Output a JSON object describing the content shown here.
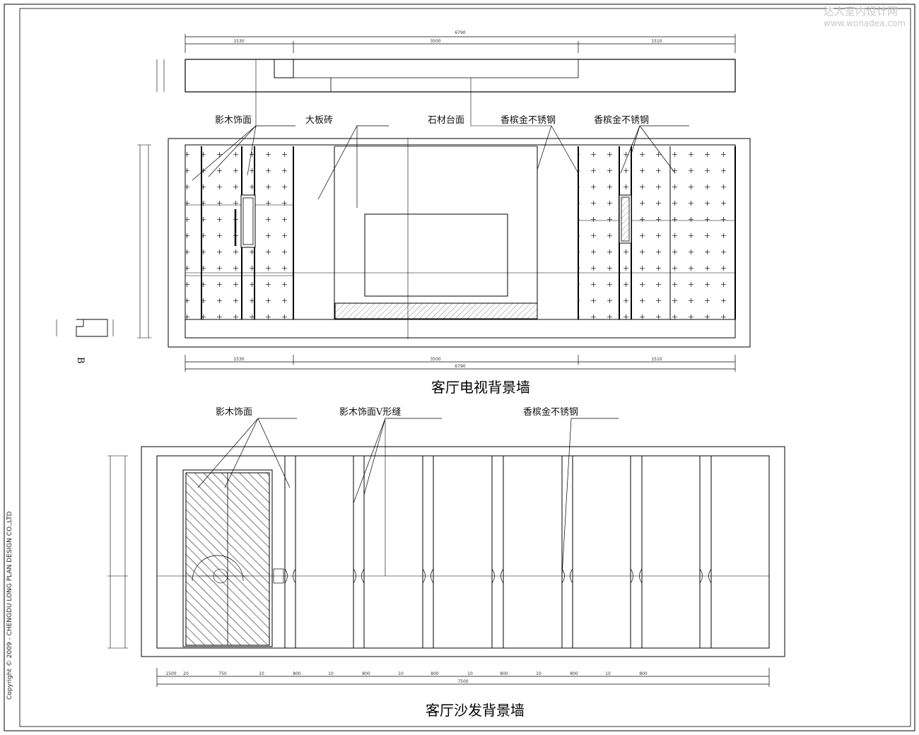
{
  "watermark": {
    "cn": "达人室内设计网",
    "url": "www.wonadea.com"
  },
  "copyright": "Copyright © 2009 - CHENGDU LONG PLAN DESIGN  CO.,LTD",
  "tv_wall": {
    "title": "客厅电视背景墙",
    "labels": [
      "影木饰面",
      "大板砖",
      "石材台面",
      "香槟金不锈钢",
      "香槟金不锈钢"
    ],
    "dims_top": [
      "6790",
      "1530",
      "3500",
      "1510"
    ],
    "dims_bottom": [
      "1530",
      "3500",
      "1510",
      "6790"
    ],
    "section_mark": "B"
  },
  "sofa_wall": {
    "title": "客厅沙发背景墙",
    "labels": [
      "影木饰面",
      "影木饰面V形缝",
      "香槟金不锈钢"
    ],
    "dims_bottom": [
      "1500",
      "20",
      "750",
      "10",
      "800",
      "10",
      "800",
      "10",
      "800",
      "10",
      "800",
      "10",
      "800",
      "10",
      "800"
    ],
    "dim_total": "7500"
  }
}
